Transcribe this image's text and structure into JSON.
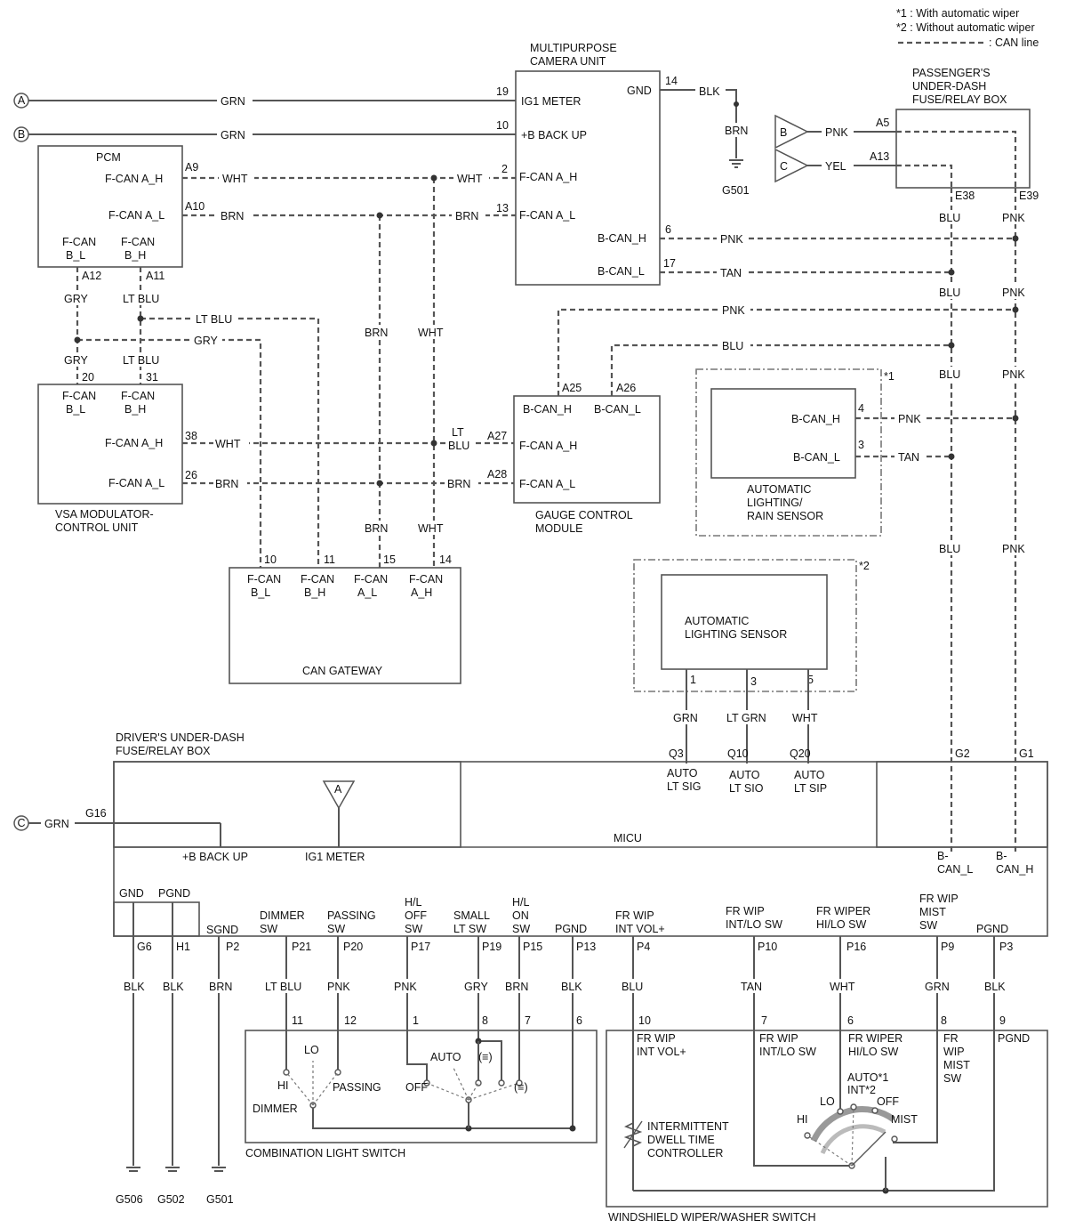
{
  "legend": {
    "note1": "*1 : With automatic wiper",
    "note2": "*2 : Without automatic wiper",
    "can": ": CAN line"
  },
  "connectors": {
    "a": "A",
    "b": "B",
    "c": "C"
  },
  "wire_colors": {
    "grn": "GRN",
    "blk": "BLK",
    "brn": "BRN",
    "wht": "WHT",
    "pnk": "PNK",
    "yel": "YEL",
    "blu": "BLU",
    "tan": "TAN",
    "gry": "GRY",
    "ltblu": "LT BLU",
    "ltgrn": "LT GRN",
    "lt": "LT",
    "blu_short": "BLU"
  },
  "grounds": {
    "g501": "G501",
    "g506": "G506",
    "g502": "G502"
  },
  "camera": {
    "title1": "MULTIPURPOSE",
    "title2": "CAMERA UNIT",
    "ig1": "IG1 METER",
    "bup": "+B BACK UP",
    "gnd": "GND",
    "fcanh": "F-CAN A_H",
    "fcanl": "F-CAN A_L",
    "bcanh": "B-CAN_H",
    "bcanl": "B-CAN_L",
    "p19": "19",
    "p10": "10",
    "p14": "14",
    "p2": "2",
    "p13": "13",
    "p6": "6",
    "p17": "17"
  },
  "pcm": {
    "title": "PCM",
    "fcanh": "F-CAN A_H",
    "fcanl": "F-CAN A_L",
    "fcan1": "F-CAN",
    "bl": "B_L",
    "fcan2": "F-CAN",
    "bh": "B_H",
    "a9": "A9",
    "a10": "A10",
    "a12": "A12",
    "a11": "A11"
  },
  "vsa": {
    "title1": "VSA MODULATOR-",
    "title2": "CONTROL UNIT",
    "fcan1": "F-CAN",
    "bl": "B_L",
    "fcan2": "F-CAN",
    "bh": "B_H",
    "fcanh": "F-CAN A_H",
    "fcanl": "F-CAN A_L",
    "p20": "20",
    "p31": "31",
    "p38": "38",
    "p26": "26"
  },
  "gateway": {
    "title": "CAN GATEWAY",
    "t1a": "F-CAN",
    "t1b": "B_L",
    "t2a": "F-CAN",
    "t2b": "B_H",
    "t3a": "F-CAN",
    "t3b": "A_L",
    "t4a": "F-CAN",
    "t4b": "A_H",
    "p10": "10",
    "p11": "11",
    "p15": "15",
    "p14": "14"
  },
  "gauge": {
    "title1": "GAUGE CONTROL",
    "title2": "MODULE",
    "bcanh": "B-CAN_H",
    "bcanl": "B-CAN_L",
    "fcanh": "F-CAN A_H",
    "fcanl": "F-CAN A_L",
    "a25": "A25",
    "a26": "A26",
    "a27": "A27",
    "a28": "A28"
  },
  "pass_box": {
    "title1": "PASSENGER'S",
    "title2": "UNDER-DASH",
    "title3": "FUSE/RELAY BOX",
    "a5": "A5",
    "a13": "A13",
    "e38": "E38",
    "e39": "E39"
  },
  "rain": {
    "note": "*1",
    "bcanh": "B-CAN_H",
    "bcanl": "B-CAN_L",
    "p4": "4",
    "p3": "3",
    "t1": "AUTOMATIC",
    "t2": "LIGHTING/",
    "t3": "RAIN SENSOR"
  },
  "lightsensor": {
    "note": "*2",
    "t1": "AUTOMATIC",
    "t2": "LIGHTING SENSOR",
    "p1": "1",
    "p3": "3",
    "p5": "5"
  },
  "driver_box": {
    "title1": "DRIVER'S UNDER-DASH",
    "title2": "FUSE/RELAY BOX",
    "micu": "MICU",
    "bup": "+B BACK UP",
    "ig1": "IG1 METER",
    "g16": "G16",
    "q3": "Q3",
    "q10": "Q10",
    "q20": "Q20",
    "auto1a": "AUTO",
    "auto1b": "LT SIG",
    "auto2a": "AUTO",
    "auto2b": "LT SIO",
    "auto3a": "AUTO",
    "auto3b": "LT SIP",
    "g2": "G2",
    "g1": "G1",
    "bcanla": "B-",
    "bcanlb": "CAN_L",
    "bcanha": "B-",
    "bcanhb": "CAN_H",
    "gnd": "GND",
    "pgnd": "PGND",
    "sgnd": "SGND",
    "g6": "G6",
    "h1": "H1",
    "p2": "P2",
    "dimmer1": "DIMMER",
    "dimmer2": "SW",
    "p21": "P21",
    "passing1": "PASSING",
    "passing2": "SW",
    "p20": "P20",
    "hloff1": "H/L",
    "hloff2": "OFF",
    "hloff3": "SW",
    "p17": "P17",
    "small1": "SMALL",
    "small2": "LT SW",
    "p19": "P19",
    "hlon1": "H/L",
    "hlon2": "ON",
    "hlon3": "SW",
    "p15": "P15",
    "pgnd2": "PGND",
    "p13": "P13",
    "frwip1": "FR WIP",
    "frwip2": "INT VOL+",
    "p4": "P4",
    "frintlo1": "FR WIP",
    "frintlo2": "INT/LO SW",
    "p10": "P10",
    "frhilo1": "FR WIPER",
    "frhilo2": "HI/LO SW",
    "p16": "P16",
    "frmist1": "FR WIP",
    "frmist2": "MIST",
    "frmist3": "SW",
    "p9": "P9",
    "pgnd3": "PGND",
    "p3": "P3"
  },
  "comb": {
    "title": "COMBINATION LIGHT SWITCH",
    "p11": "11",
    "p12": "12",
    "p1": "1",
    "p8": "8",
    "p7": "7",
    "p6": "6",
    "lo": "LO",
    "hi": "HI",
    "passing": "PASSING",
    "dimmer": "DIMMER",
    "auto": "AUTO",
    "off": "OFF",
    "pos1": "(≡)",
    "pos2": "(≡)"
  },
  "wiper": {
    "title": "WINDSHIELD WIPER/WASHER SWITCH",
    "p10": "10",
    "p7": "7",
    "p6": "6",
    "p8": "8",
    "p9": "9",
    "t10a": "FR WIP",
    "t10b": "INT VOL+",
    "t7a": "FR WIP",
    "t7b": "INT/LO SW",
    "t6a": "FR WIPER",
    "t6b": "HI/LO SW",
    "t8a": "FR",
    "t8b": "WIP",
    "t8c": "MIST",
    "t8d": "SW",
    "t9": "PGND",
    "ctl1": "INTERMITTENT",
    "ctl2": "DWELL TIME",
    "ctl3": "CONTROLLER",
    "hi": "HI",
    "lo": "LO",
    "auto": "AUTO*1",
    "int": "INT*2",
    "off": "OFF",
    "mist": "MIST"
  }
}
